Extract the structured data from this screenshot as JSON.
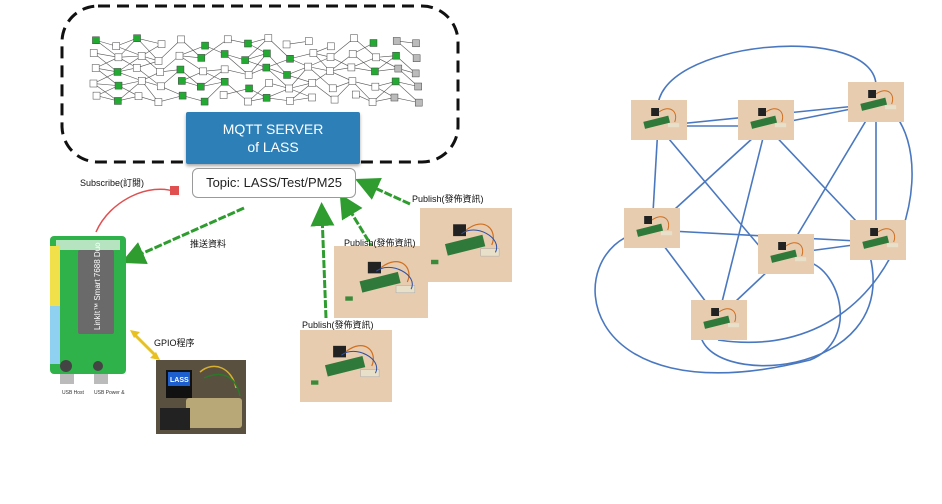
{
  "server": {
    "title_line1": "MQTT SERVER",
    "title_line2": "of LASS",
    "topic": "Topic: LASS/Test/PM25"
  },
  "labels": {
    "subscribe": "Subscribe(訂閱)",
    "push": "推送資料",
    "gpio": "GPIO程序",
    "publish": "Publish(發佈資訊)"
  },
  "board": {
    "name": "LinkIt™ Smart 7688 Duo",
    "usb_host": "USB Host",
    "usb_power": "USB Power &\nMCU USB Pro",
    "screen_text": "LASS"
  },
  "colors": {
    "server_blue": "#2d7fb8",
    "arrow_green": "#2e9c2e",
    "subscribe_red": "#e05050",
    "gpio_yellow": "#e8c020",
    "mesh_line": "#4a78c0",
    "node_green": "#22aa33",
    "sensor_bg": "#e7ccb0"
  }
}
